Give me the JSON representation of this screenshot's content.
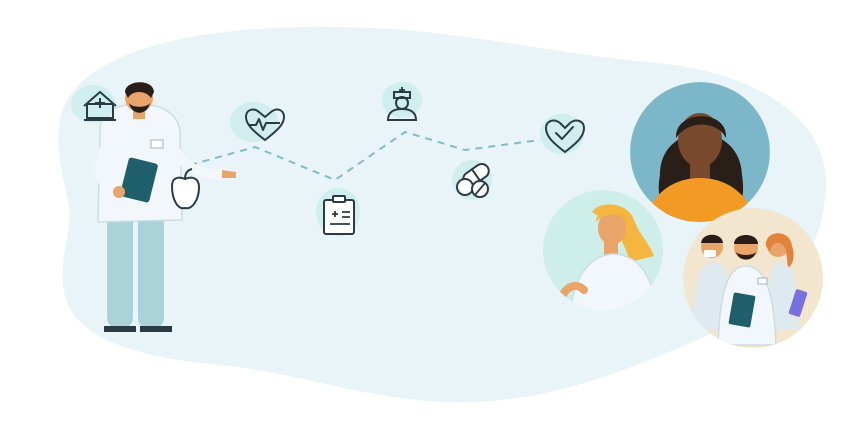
{
  "palette": {
    "blob": "#e8f4f7",
    "icon_bubble": "#cfeeed",
    "line": "#2b3b45",
    "dash": "#7fbcc3",
    "coat": "#f2f7fb",
    "scrubs": "#a9d3d9",
    "skin_tan": "#e9a46a",
    "skin_dark": "#7a4a2e",
    "hair_dark": "#2a1e18",
    "clipboard": "#1f5f6b",
    "orange_top": "#f39a24",
    "circle_teal": "#7bb7c8",
    "circle_mint": "#cdeee9",
    "circle_beige": "#f3e6cf",
    "blonde": "#f4b63f"
  },
  "icons": [
    {
      "name": "house-medical-icon"
    },
    {
      "name": "heart-rate-icon"
    },
    {
      "name": "nurse-icon"
    },
    {
      "name": "heart-check-icon"
    },
    {
      "name": "apple-icon"
    },
    {
      "name": "clipboard-icon"
    },
    {
      "name": "pills-icon"
    }
  ],
  "portraits": [
    {
      "name": "portrait-woman-orange"
    },
    {
      "name": "portrait-nurse-blonde"
    },
    {
      "name": "portrait-care-team"
    }
  ]
}
